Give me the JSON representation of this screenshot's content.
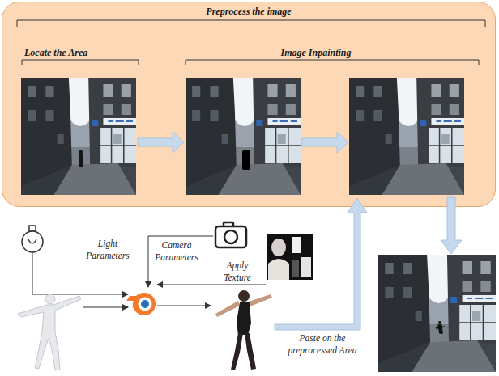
{
  "diagram": {
    "nodes": [
      {
        "text": [
          "Preprocess the image"
        ]
      }
    ],
    "labels": [
      "Locate the Area",
      "Image Inpainting",
      "Light Parameters",
      "Camera Parameters",
      "Apply Texture",
      "Paste on the preprocessed Area"
    ]
  }
}
